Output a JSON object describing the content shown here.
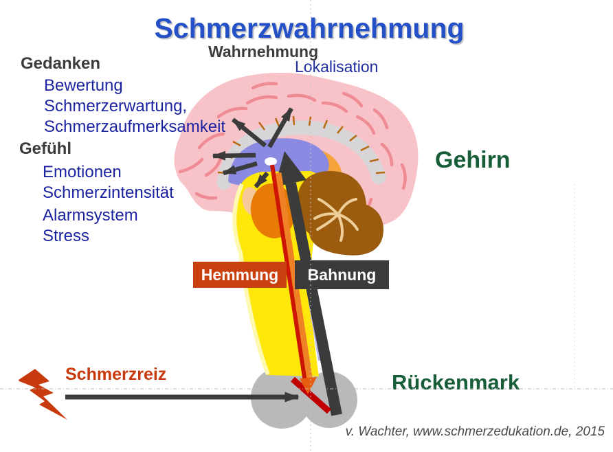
{
  "title": "Schmerzwahrnehmung",
  "labels": {
    "wahrnehmung": "Wahrnehmung",
    "lokalisation": "Lokalisation",
    "gehirn": "Gehirn",
    "rueckenmark": "Rückenmark",
    "hemmung": "Hemmung",
    "bahnung": "Bahnung",
    "schmerzreiz": "Schmerzreiz"
  },
  "gedanken": {
    "heading": "Gedanken",
    "items": [
      "Bewertung",
      "Schmerzerwartung,",
      "Schmerzaufmerksamkeit"
    ]
  },
  "gefuehl": {
    "heading": "Gefühl",
    "items": [
      "Emotionen",
      "Schmerzintensität",
      "Alarmsystem",
      "Stress"
    ]
  },
  "attribution": "v. Wachter, www.schmerzedukation.de, 2015",
  "colors": {
    "title_blue": "#2450c8",
    "heading_gray": "#3b3b3b",
    "list_navy": "#1b23a0",
    "label_green": "#175e38",
    "stimulus_red": "#c8390d",
    "hemmung_box_bg": "#c9400f",
    "bahnung_box_bg": "#3b3b3b",
    "brain_pink": "#f8c3c8",
    "sulci_pink": "#ee8b94",
    "corpus_callosum_gray": "#d8d5d8",
    "tick_brown": "#b8690f",
    "thalamus_purple": "#8a8ae2",
    "midbrain_orange": "#f5a43c",
    "pons_orange": "#e87a06",
    "beige": "#f6c99b",
    "cerebellum_brown": "#9c5c10",
    "cerebellum_lines": "#eecf9a",
    "pathway_yellow": "#ffe70a",
    "pathway_yellow_light": "#fff9b0",
    "lavender": "#b9b9ee",
    "descending_red": "#cc1503",
    "descending_orange": "#f08226",
    "arrow_dark": "#3b3b3b",
    "spinal_gray": "#b9b9b9",
    "block_red": "#c00000",
    "attribution_gray": "#4a4a4a"
  }
}
